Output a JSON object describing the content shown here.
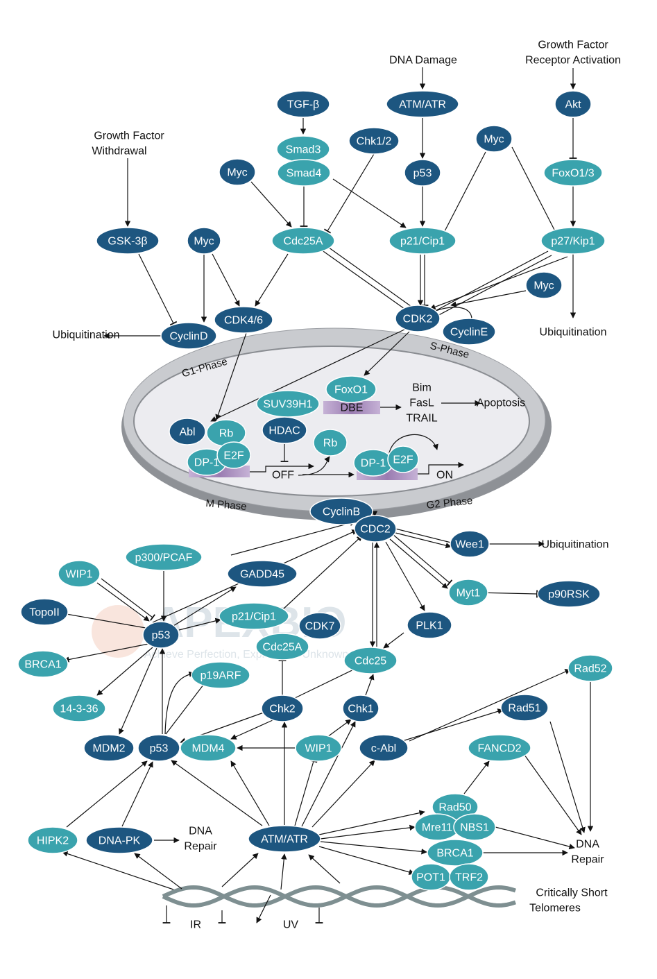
{
  "colors": {
    "dark": "#1d5680",
    "teal": "#3aa3ad",
    "cell_outer": "#c9cbcf",
    "cell_inner": "#ececf0",
    "dna": "#7e8f91",
    "box": "#a386b8"
  },
  "texts": {
    "dna_damage": "DNA Damage",
    "gf_activation": [
      "Growth Factor",
      "Receptor Activation"
    ],
    "gf_withdrawal": [
      "Growth Factor",
      "Withdrawal"
    ],
    "ubiq_left": "Ubiquitination",
    "ubiq_right": "Ubiquitination",
    "ubiq_wee1": "Ubiquitination",
    "bim": "Bim",
    "fasl": "FasL",
    "trail": "TRAIL",
    "apoptosis": "Apoptosis",
    "off": "OFF",
    "on": "ON",
    "dbe": "DBE",
    "g1": "G1-Phase",
    "s": "S-Phase",
    "m": "M Phase",
    "g2": "G2 Phase",
    "dna_repair_1": [
      "DNA",
      "Repair"
    ],
    "dna_repair_2": [
      "DNA",
      "Repair"
    ],
    "telomeres": [
      "Critically Short",
      "Telomeres"
    ],
    "ir": "IR",
    "uv": "UV",
    "watermark": "APEXBIO",
    "watermark_sub": "Achieve Perfection, Explore the Unknown"
  },
  "nodes": [
    {
      "label": "TGF-β",
      "color": "dark"
    },
    {
      "label": "ATM/ATR",
      "color": "dark"
    },
    {
      "label": "Akt",
      "color": "dark"
    },
    {
      "label": "Smad3",
      "color": "teal"
    },
    {
      "label": "Smad4",
      "color": "teal"
    },
    {
      "label": "Chk1/2",
      "color": "dark"
    },
    {
      "label": "Myc",
      "color": "dark"
    },
    {
      "label": "Myc",
      "color": "dark"
    },
    {
      "label": "p53",
      "color": "dark"
    },
    {
      "label": "FoxO1/3",
      "color": "teal"
    },
    {
      "label": "GSK-3β",
      "color": "dark"
    },
    {
      "label": "Myc",
      "color": "dark"
    },
    {
      "label": "Cdc25A",
      "color": "teal"
    },
    {
      "label": "p21/Cip1",
      "color": "teal"
    },
    {
      "label": "p27/Kip1",
      "color": "teal"
    },
    {
      "label": "Myc",
      "color": "dark"
    },
    {
      "label": "CDK4/6",
      "color": "dark"
    },
    {
      "label": "CDK2",
      "color": "dark"
    },
    {
      "label": "CyclinD",
      "color": "dark"
    },
    {
      "label": "CyclinE",
      "color": "dark"
    },
    {
      "label": "FoxO1",
      "color": "teal"
    },
    {
      "label": "SUV39H1",
      "color": "teal"
    },
    {
      "label": "Abl",
      "color": "dark"
    },
    {
      "label": "Rb",
      "color": "teal"
    },
    {
      "label": "HDAC",
      "color": "dark"
    },
    {
      "label": "Rb",
      "color": "teal"
    },
    {
      "label": "DP-1",
      "color": "teal"
    },
    {
      "label": "E2F",
      "color": "teal"
    },
    {
      "label": "DP-1",
      "color": "teal"
    },
    {
      "label": "E2F",
      "color": "teal"
    },
    {
      "label": "CyclinB",
      "color": "dark"
    },
    {
      "label": "CDC2",
      "color": "dark"
    },
    {
      "label": "Wee1",
      "color": "dark"
    },
    {
      "label": "WIP1",
      "color": "teal"
    },
    {
      "label": "p300/PCAF",
      "color": "teal"
    },
    {
      "label": "GADD45",
      "color": "dark"
    },
    {
      "label": "Myt1",
      "color": "teal"
    },
    {
      "label": "p90RSK",
      "color": "dark"
    },
    {
      "label": "TopoII",
      "color": "dark"
    },
    {
      "label": "p21/Cip1",
      "color": "teal"
    },
    {
      "label": "p53",
      "color": "dark"
    },
    {
      "label": "CDK7",
      "color": "dark"
    },
    {
      "label": "PLK1",
      "color": "dark"
    },
    {
      "label": "Cdc25A",
      "color": "teal"
    },
    {
      "label": "BRCA1",
      "color": "teal"
    },
    {
      "label": "Cdc25",
      "color": "teal"
    },
    {
      "label": "p19ARF",
      "color": "teal"
    },
    {
      "label": "Rad52",
      "color": "teal"
    },
    {
      "label": "14-3-36",
      "color": "teal"
    },
    {
      "label": "Chk2",
      "color": "dark"
    },
    {
      "label": "Chk1",
      "color": "dark"
    },
    {
      "label": "Rad51",
      "color": "dark"
    },
    {
      "label": "MDM2",
      "color": "dark"
    },
    {
      "label": "p53",
      "color": "dark"
    },
    {
      "label": "MDM4",
      "color": "teal"
    },
    {
      "label": "WIP1",
      "color": "teal"
    },
    {
      "label": "c-Abl",
      "color": "dark"
    },
    {
      "label": "FANCD2",
      "color": "teal"
    },
    {
      "label": "Rad50",
      "color": "teal"
    },
    {
      "label": "Mre11",
      "color": "teal"
    },
    {
      "label": "NBS1",
      "color": "teal"
    },
    {
      "label": "HIPK2",
      "color": "teal"
    },
    {
      "label": "DNA-PK",
      "color": "dark"
    },
    {
      "label": "ATM/ATR",
      "color": "dark"
    },
    {
      "label": "BRCA1",
      "color": "teal"
    },
    {
      "label": "POT1",
      "color": "teal"
    },
    {
      "label": "TRF2",
      "color": "teal"
    }
  ]
}
